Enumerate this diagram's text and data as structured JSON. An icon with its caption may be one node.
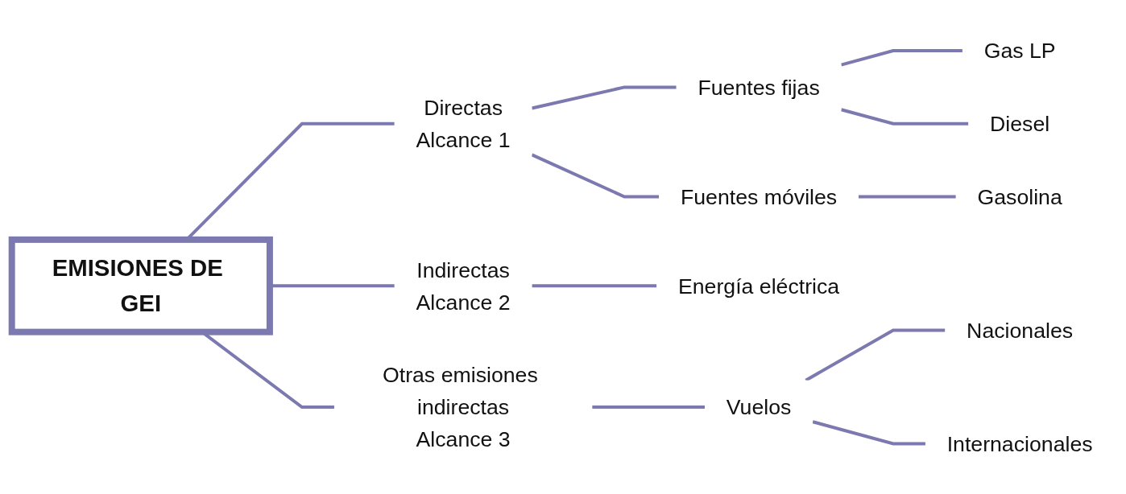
{
  "diagram": {
    "nodes": [
      {
        "text": [
          "EMISIONES DE GEI"
        ]
      },
      {
        "text": [
          "Directas",
          "Alcance 1"
        ]
      },
      {
        "text": [
          "Fuentes fijas"
        ]
      },
      {
        "text": [
          "Fuentes móviles"
        ]
      },
      {
        "text": [
          "Gas LP"
        ]
      },
      {
        "text": [
          "Diesel"
        ]
      },
      {
        "text": [
          "Gasolina"
        ]
      },
      {
        "text": [
          "Indirectas",
          "Alcance 2"
        ]
      },
      {
        "text": [
          "Energía eléctrica"
        ]
      },
      {
        "text": [
          "Otras emisiones indirectas",
          "Alcance 3"
        ]
      },
      {
        "text": [
          "Vuelos"
        ]
      },
      {
        "text": [
          "Nacionales"
        ]
      },
      {
        "text": [
          "Internacionales"
        ]
      }
    ],
    "edges": [
      {
        "from": 0,
        "to": 1,
        "arrow": "none"
      },
      {
        "from": 0,
        "to": 7,
        "arrow": "none"
      },
      {
        "from": 0,
        "to": 9,
        "arrow": "none"
      },
      {
        "from": 1,
        "to": 2,
        "arrow": "none"
      },
      {
        "from": 1,
        "to": 3,
        "arrow": "none"
      },
      {
        "from": 2,
        "to": 4,
        "arrow": "none"
      },
      {
        "from": 2,
        "to": 5,
        "arrow": "none"
      },
      {
        "from": 3,
        "to": 6,
        "arrow": "none"
      },
      {
        "from": 7,
        "to": 8,
        "arrow": "none"
      },
      {
        "from": 9,
        "to": 10,
        "arrow": "none"
      },
      {
        "from": 10,
        "to": 11,
        "arrow": "none"
      },
      {
        "from": 10,
        "to": 12,
        "arrow": "none"
      }
    ]
  }
}
